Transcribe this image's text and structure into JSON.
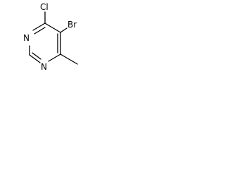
{
  "molecule": {
    "atoms": {
      "cl": "Cl",
      "br": "Br",
      "n1": "N",
      "n3": "N"
    },
    "colors": {
      "bond": "#000000",
      "label": "#000000",
      "background": "#ffffff"
    }
  }
}
